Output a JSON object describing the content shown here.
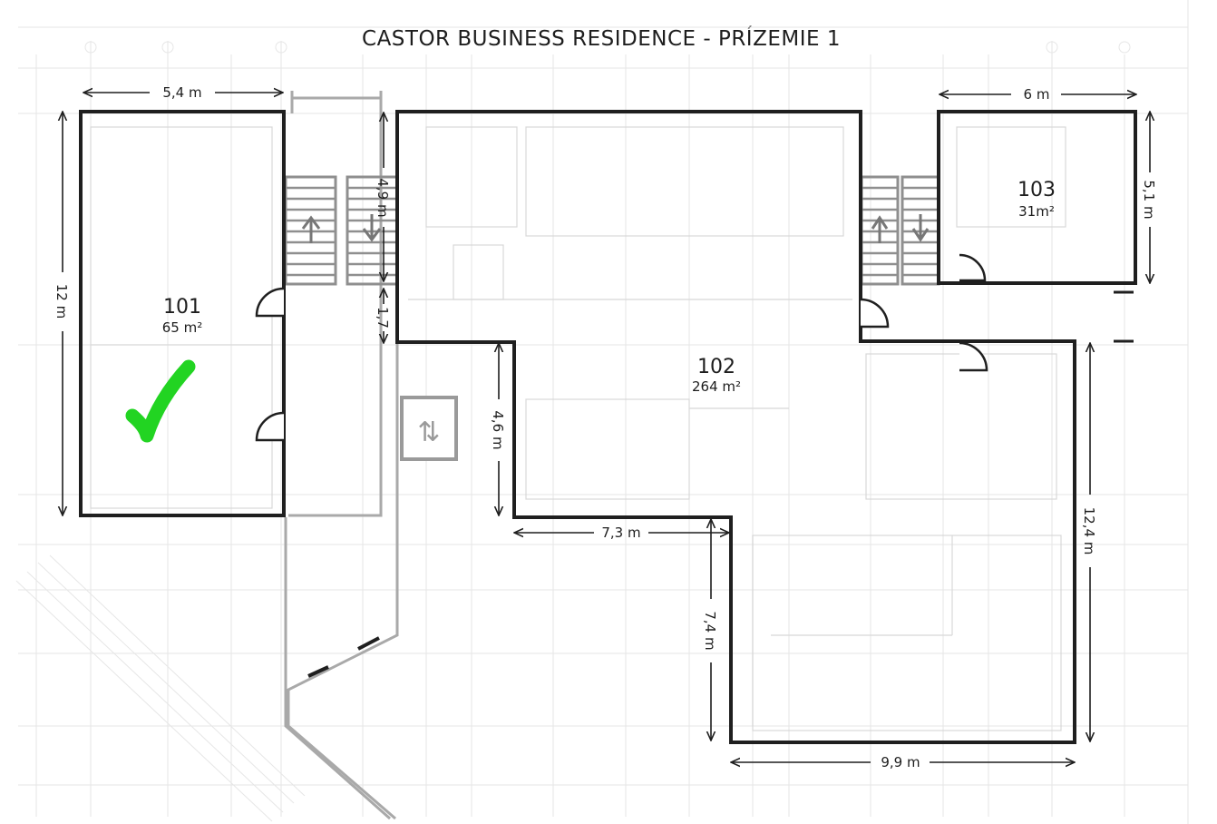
{
  "title": "CASTOR BUSINESS RESIDENCE - PRÍZEMIE 1",
  "colors": {
    "outline": "#1f1f1f",
    "background_lines": "#e4e4e4",
    "stairs": "#8f8f8f",
    "check": "#1fd11f"
  },
  "rooms": [
    {
      "number": "101",
      "area": "65 m²",
      "status_icon": "green-checkmark-icon"
    },
    {
      "number": "102",
      "area": "264 m²"
    },
    {
      "number": "103",
      "area": "31m²"
    }
  ],
  "dimensions": {
    "d_101_width": "5,4 m",
    "d_101_height": "12 m",
    "d_stair_left": "4,9 m",
    "d_gap": "1,7",
    "d_102_inner": "4,6 m",
    "d_102_step": "7,3 m",
    "d_102_lower": "7,4 m",
    "d_102_bottom": "9,9 m",
    "d_102_right": "12,4 m",
    "d_103_width": "6 m",
    "d_103_height": "5,1 m"
  },
  "elevator_icon": "up-down-arrows-icon",
  "elevator_glyph": "⇅"
}
